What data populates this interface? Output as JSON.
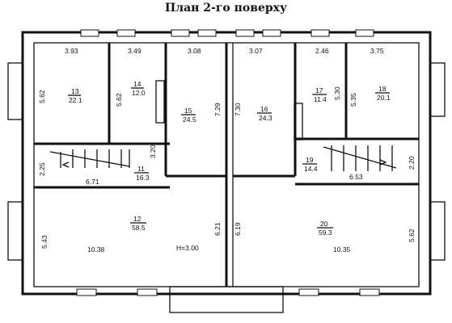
{
  "title": "План 2-го поверху",
  "height_note": "H=3.00",
  "rooms": [
    {
      "id": "13",
      "number": "13",
      "area": "22.1"
    },
    {
      "id": "14",
      "number": "14",
      "area": "12.0"
    },
    {
      "id": "15",
      "number": "15",
      "area": "24.5"
    },
    {
      "id": "16",
      "number": "16",
      "area": "24.3"
    },
    {
      "id": "17",
      "number": "17",
      "area": "11.4"
    },
    {
      "id": "18",
      "number": "18",
      "area": "20.1"
    },
    {
      "id": "11",
      "number": "11",
      "area": "16.3"
    },
    {
      "id": "19",
      "number": "19",
      "area": "14.4"
    },
    {
      "id": "12",
      "number": "12",
      "area": "58.5"
    },
    {
      "id": "20",
      "number": "20",
      "area": "59.3"
    }
  ],
  "dimensions": {
    "d393": "3.93",
    "d349": "3.49",
    "d308": "3.08",
    "d307": "3.07",
    "d246": "2.46",
    "d375": "3.75",
    "d562a": "5.62",
    "d562b": "5.62",
    "d729": "7.29",
    "d730": "7.30",
    "d530": "5.30",
    "d535": "5.35",
    "d320": "3.20",
    "d225": "2.25",
    "d671": "6.71",
    "d220": "2.20",
    "d653": "6.53",
    "d543": "5.43",
    "d1038": "10.38",
    "d621": "6.21",
    "d619": "6.19",
    "d1035": "10.35",
    "d562c": "5.62"
  }
}
